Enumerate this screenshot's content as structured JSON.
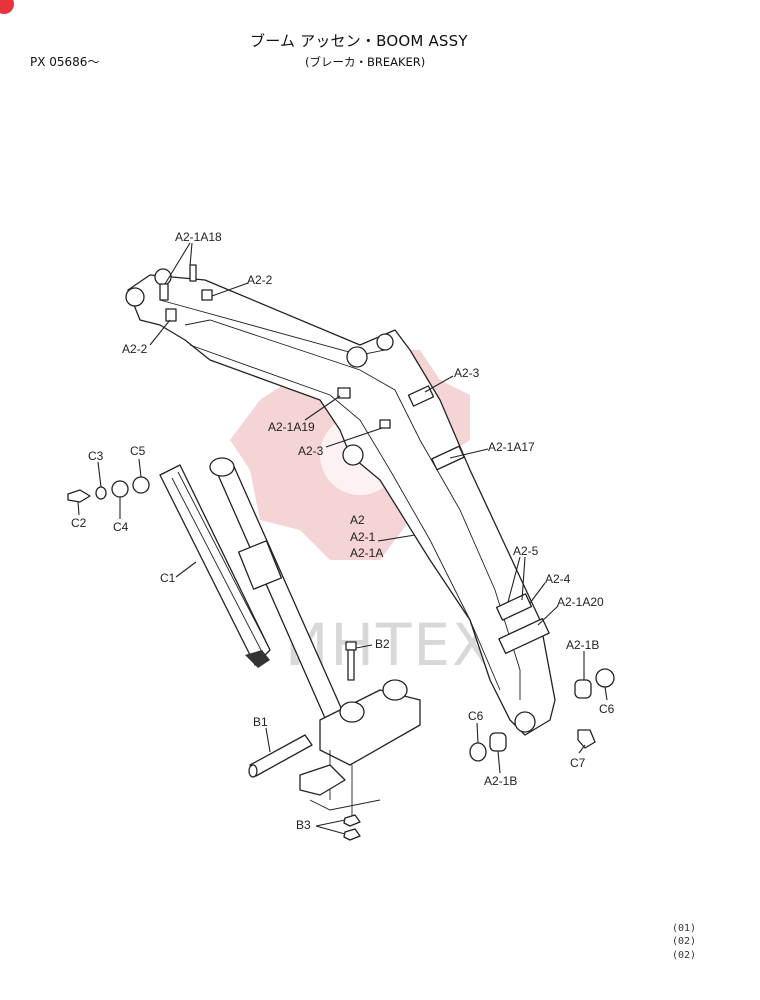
{
  "header": {
    "title": "ブーム アッセン・BOOM ASSY",
    "subtitle": "(ブレーカ・BREAKER)",
    "serial": "PX 05686～"
  },
  "watermark": {
    "text": "ИНТЕХ",
    "color": "#e8323c"
  },
  "labels": {
    "a2_1a18": "A2-1A18",
    "a2_2_top": "A2-2",
    "a2_2_left": "A2-2",
    "a2_3_upper": "A2-3",
    "a2_1a19": "A2-1A19",
    "a2_3_lower": "A2-3",
    "a2_1a17": "A2-1A17",
    "c3": "C3",
    "c5": "C5",
    "c2": "C2",
    "c4": "C4",
    "c1": "C1",
    "a2": "A2",
    "a2_1": "A2-1",
    "a2_1a": "A2-1A",
    "a2_5": "A2-5",
    "a2_4": "A2-4",
    "a2_1a20": "A2-1A20",
    "b2": "B2",
    "a2_1b_right": "A2-1B",
    "c6_right": "C6",
    "b1": "B1",
    "c6_left": "C6",
    "c7": "C7",
    "a2_1b_bottom": "A2-1B",
    "b3": "B3"
  },
  "revisions": [
    "(01)",
    "(02)",
    "(02)"
  ]
}
